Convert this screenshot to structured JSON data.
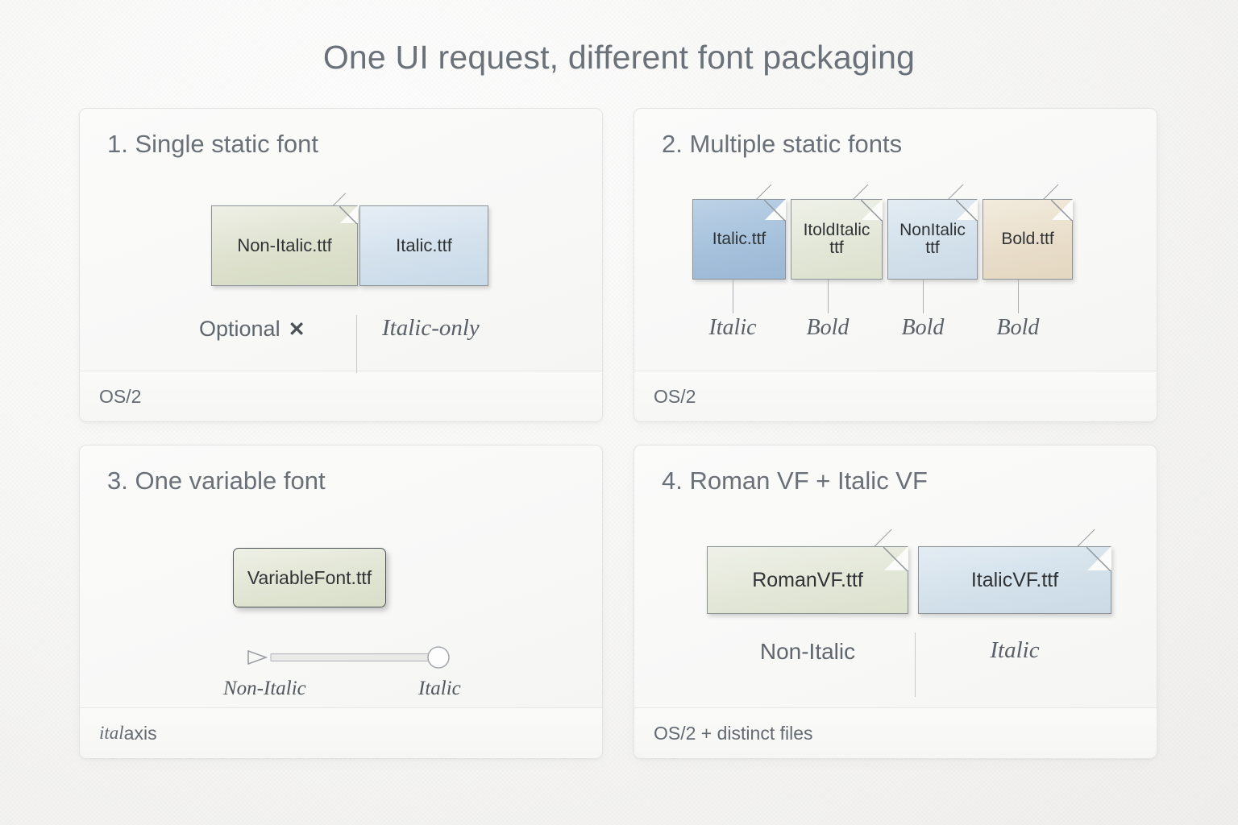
{
  "title": "One UI request, different font packaging",
  "panels": [
    {
      "heading": "1. Single static font",
      "footer": "OS/2",
      "files": [
        {
          "label": "Non-Italic.ttf",
          "color": "#dde1cd"
        },
        {
          "label": "Italic.ttf",
          "color": "#d3e1ed"
        }
      ],
      "caption_left": "Optional",
      "caption_left_icon": "✕",
      "caption_right": "Italic-only"
    },
    {
      "heading": "2. Multiple static fonts",
      "footer": "OS/2",
      "files": [
        {
          "label": "Italic.ttf",
          "label2": "",
          "color": "#a4c0db"
        },
        {
          "label": "ItoldItalic",
          "label2": "ttf",
          "color": "#e2e6d6"
        },
        {
          "label": "NonItalic",
          "label2": "ttf",
          "color": "#d2e0ea"
        },
        {
          "label": "Bold.ttf",
          "label2": "",
          "color": "#e8ddc9"
        }
      ],
      "tags": [
        "Italic",
        "Bold",
        "Bold",
        "Bold"
      ]
    },
    {
      "heading": "3. One variable font",
      "footer_em": "ital",
      "footer_rest": " axis",
      "files": [
        {
          "label": "VariableFont.ttf",
          "color": "#e1e5d3"
        }
      ],
      "slider": {
        "handle_icon": "play-triangle-icon",
        "knob_position": "right",
        "min_label": "Non-Italic",
        "max_label": "Italic"
      }
    },
    {
      "heading": "4. Roman VF + Italic VF",
      "footer": "OS/2 + distinct files",
      "files": [
        {
          "label": "RomanVF.ttf",
          "color": "#e2e6d6"
        },
        {
          "label": "ItalicVF.ttf",
          "color": "#d2e0ea"
        }
      ],
      "caption_left": "Non-Italic",
      "caption_right": "Italic"
    }
  ],
  "colors": {
    "background": "#f7f7f6",
    "panel_bg": "#fafaf9",
    "panel_border": "#e4e4e2",
    "text": "#5d646b",
    "heading": "#6a7077",
    "card_outline": "#8e9398"
  }
}
